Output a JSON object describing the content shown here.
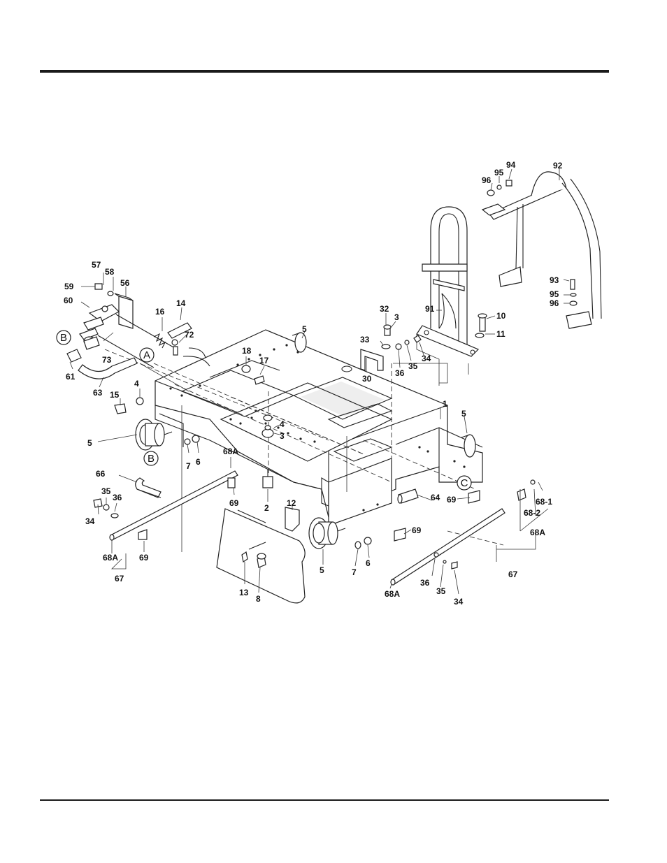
{
  "labels": {
    "l1": "1",
    "l2": "2",
    "l3a": "3",
    "l3b": "3",
    "l4a": "4",
    "l4b": "4",
    "l5a": "5",
    "l5b": "5",
    "l5c": "5",
    "l5d": "5",
    "l6a": "6",
    "l6b": "6",
    "l7a": "7",
    "l7b": "7",
    "l8": "8",
    "l10": "10",
    "l11": "11",
    "l12": "12",
    "l13": "13",
    "l14": "14",
    "l15": "15",
    "l16": "16",
    "l17": "17",
    "l18": "18",
    "l30": "30",
    "l32": "32",
    "l33": "33",
    "l34a": "34",
    "l34b": "34",
    "l34c": "34",
    "l35a": "35",
    "l35b": "35",
    "l35c": "35",
    "l36a": "36",
    "l36b": "36",
    "l36c": "36",
    "l56": "56",
    "l57": "57",
    "l58": "58",
    "l59": "59",
    "l60": "60",
    "l61": "61",
    "l63": "63",
    "l64": "64",
    "l66": "66",
    "l67a": "67",
    "l67b": "67",
    "l68A_a": "68A",
    "l68A_b": "68A",
    "l68A_c": "68A",
    "l68A_d": "68A",
    "l68_1": "68-1",
    "l68_2": "68-2",
    "l69a": "69",
    "l69b": "69",
    "l69c": "69",
    "l69d": "69",
    "l72": "72",
    "l73": "73",
    "l91": "91",
    "l92": "92",
    "l93": "93",
    "l94": "94",
    "l95a": "95",
    "l95b": "95",
    "l96a": "96",
    "l96b": "96"
  },
  "refs": {
    "refA": "A",
    "refB1": "B",
    "refB2": "B",
    "refC": "C"
  }
}
